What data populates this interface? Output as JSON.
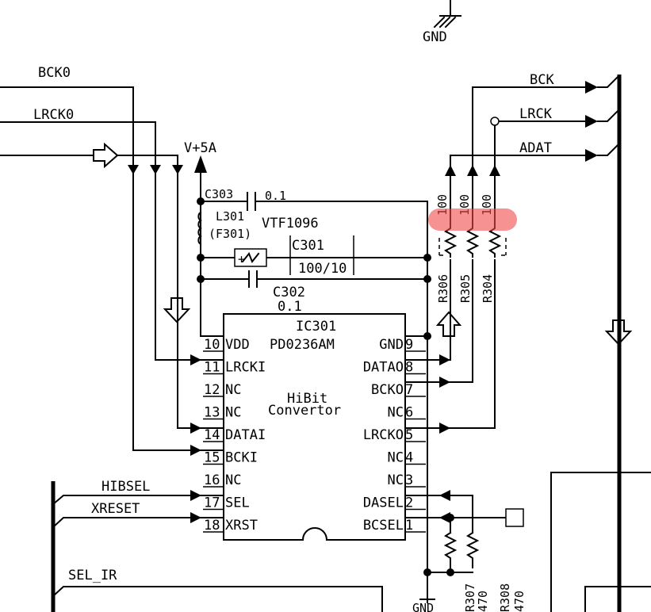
{
  "nets": {
    "bck0": "BCK0",
    "lrck0": "LRCK0",
    "vcc": "V+5A",
    "gnd": "GND",
    "bck": "BCK",
    "lrck": "LRCK",
    "adat": "ADAT",
    "hibsel": "HIBSEL",
    "xreset": "XRESET",
    "sel_ir": "SEL_IR"
  },
  "components": {
    "c303": {
      "ref": "C303",
      "value": "0.1"
    },
    "l301": {
      "ref": "L301",
      "alt": "(F301)"
    },
    "varistor": {
      "part": "VTF1096"
    },
    "c301": {
      "ref": "C301",
      "value": "100/10"
    },
    "c302": {
      "ref": "C302",
      "value": "0.1"
    },
    "r306": {
      "ref": "R306",
      "value": "100"
    },
    "r305": {
      "ref": "R305",
      "value": "100"
    },
    "r304": {
      "ref": "R304",
      "value": "100"
    },
    "r307": {
      "ref": "R307",
      "value": "470"
    },
    "r308": {
      "ref": "R308",
      "value": "470"
    }
  },
  "ic": {
    "ref": "IC301",
    "part": "PD0236AM",
    "description_line1": "HiBit",
    "description_line2": "Convertor",
    "left_pins": [
      {
        "num": "10",
        "name": "VDD"
      },
      {
        "num": "11",
        "name": "LRCKI"
      },
      {
        "num": "12",
        "name": "NC"
      },
      {
        "num": "13",
        "name": "NC"
      },
      {
        "num": "14",
        "name": "DATAI"
      },
      {
        "num": "15",
        "name": "BCKI"
      },
      {
        "num": "16",
        "name": "NC"
      },
      {
        "num": "17",
        "name": "SEL"
      },
      {
        "num": "18",
        "name": "XRST"
      }
    ],
    "right_pins": [
      {
        "num": "9",
        "name": "GND"
      },
      {
        "num": "8",
        "name": "DATAO"
      },
      {
        "num": "7",
        "name": "BCKO"
      },
      {
        "num": "6",
        "name": "NC"
      },
      {
        "num": "5",
        "name": "LRCKO"
      },
      {
        "num": "4",
        "name": "NC"
      },
      {
        "num": "3",
        "name": "NC"
      },
      {
        "num": "2",
        "name": "DASEL"
      },
      {
        "num": "1",
        "name": "BCSEL"
      }
    ]
  },
  "highlight_color": "#f04a4a"
}
